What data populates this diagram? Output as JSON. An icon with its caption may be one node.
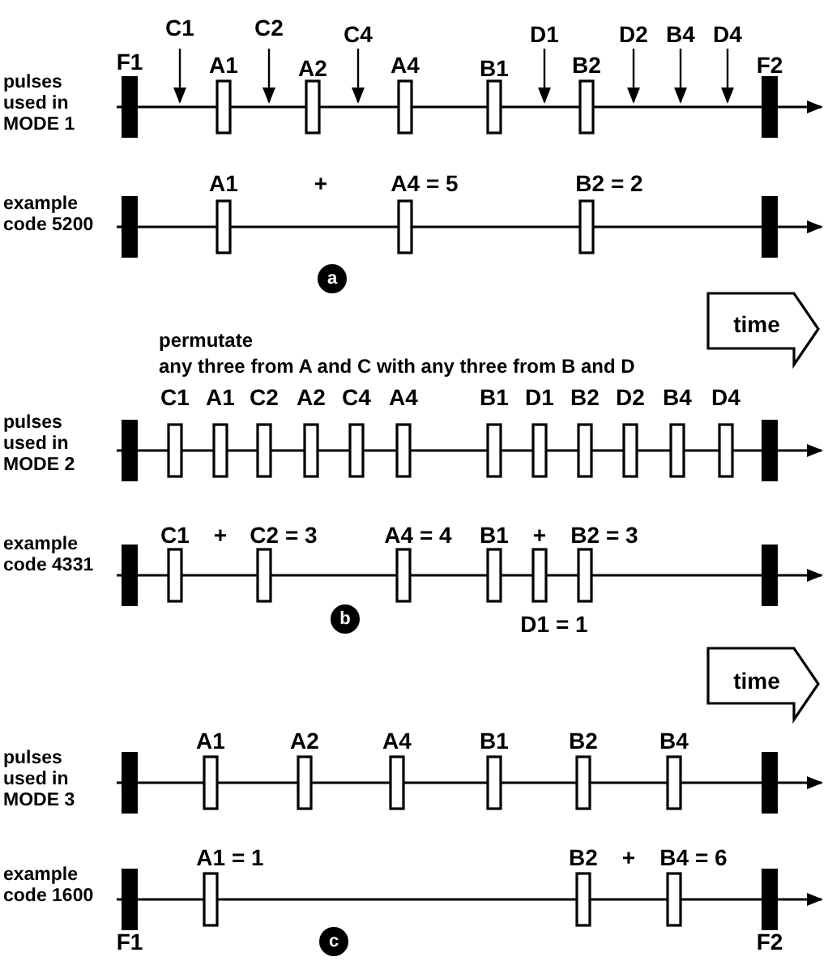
{
  "diagram": {
    "labels": [
      "C1",
      "C2",
      "C4",
      "D1",
      "D2",
      "B4",
      "D4",
      "F1",
      "A1",
      "A2",
      "A4",
      "B1",
      "B2",
      "F2",
      "pulses used in MODE 1",
      "A1",
      "+",
      "A4 = 5",
      "B2 = 2",
      "example code 5200",
      "a",
      "time",
      "permutate",
      "any three from A and C with any three from B and D",
      "C1",
      "A1",
      "C2",
      "A2",
      "C4",
      "A4",
      "B1",
      "D1",
      "B2",
      "D2",
      "B4",
      "D4",
      "pulses used in MODE 2",
      "C1",
      "+",
      "C2 = 3",
      "A4 = 4",
      "B1",
      "+",
      "B2 = 3",
      "example code 4331",
      "b",
      "D1 = 1",
      "time",
      "A1",
      "A2",
      "A4",
      "B1",
      "B2",
      "B4",
      "pulses used in MODE 3",
      "A1 = 1",
      "B2",
      "+",
      "B4 = 6",
      "example code 1600",
      "F1",
      "c",
      "F2"
    ]
  }
}
